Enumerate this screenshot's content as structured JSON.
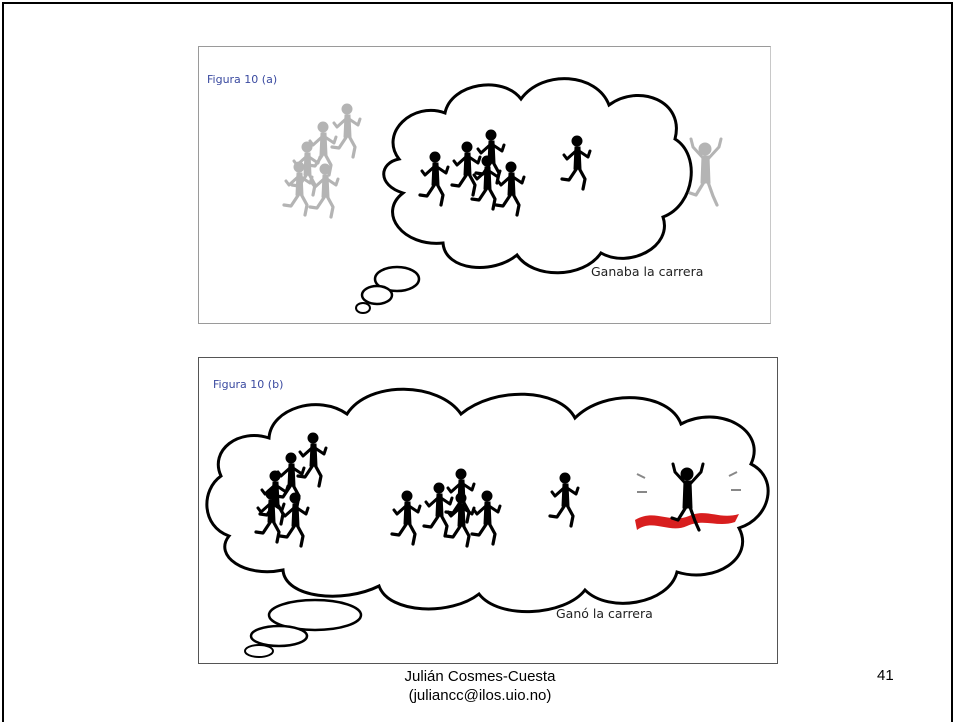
{
  "figure_a": {
    "label": "Figura 10 (a)",
    "caption": "Ganaba la carrera"
  },
  "figure_b": {
    "label": "Figura 10 (b)",
    "caption": "Ganó la carrera"
  },
  "footer": {
    "author": "Julián Cosmes-Cuesta",
    "email": "(juliancc@ilos.uio.no)"
  },
  "page_number": "41",
  "colors": {
    "label": "#3a4aa0",
    "ribbon": "#d81e1e",
    "faded": "#b4b4b4"
  }
}
